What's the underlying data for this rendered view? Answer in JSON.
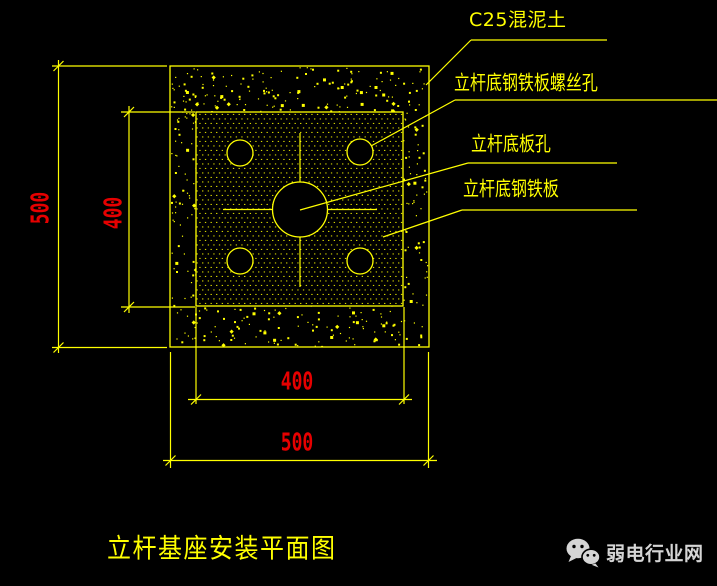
{
  "drawing": {
    "title": "立杆基座安装平面图",
    "callouts": [
      {
        "id": "concrete",
        "label": "C25混泥土"
      },
      {
        "id": "screw-hole",
        "label": "立杆底钢铁板螺丝孔"
      },
      {
        "id": "base-plate-hole",
        "label": "立杆底板孔"
      },
      {
        "id": "base-plate",
        "label": "立杆底钢铁板"
      }
    ],
    "dimensions": {
      "left_outer": "500",
      "left_inner": "400",
      "bottom_inner": "400",
      "bottom_outer": "500"
    }
  },
  "watermark": {
    "icon": "wechat-icon",
    "text": "弱电行业网"
  },
  "colors": {
    "background": "#000000",
    "line": "#ffff00",
    "dimension_text": "#e60000",
    "watermark_text": "#d5d5d5"
  }
}
